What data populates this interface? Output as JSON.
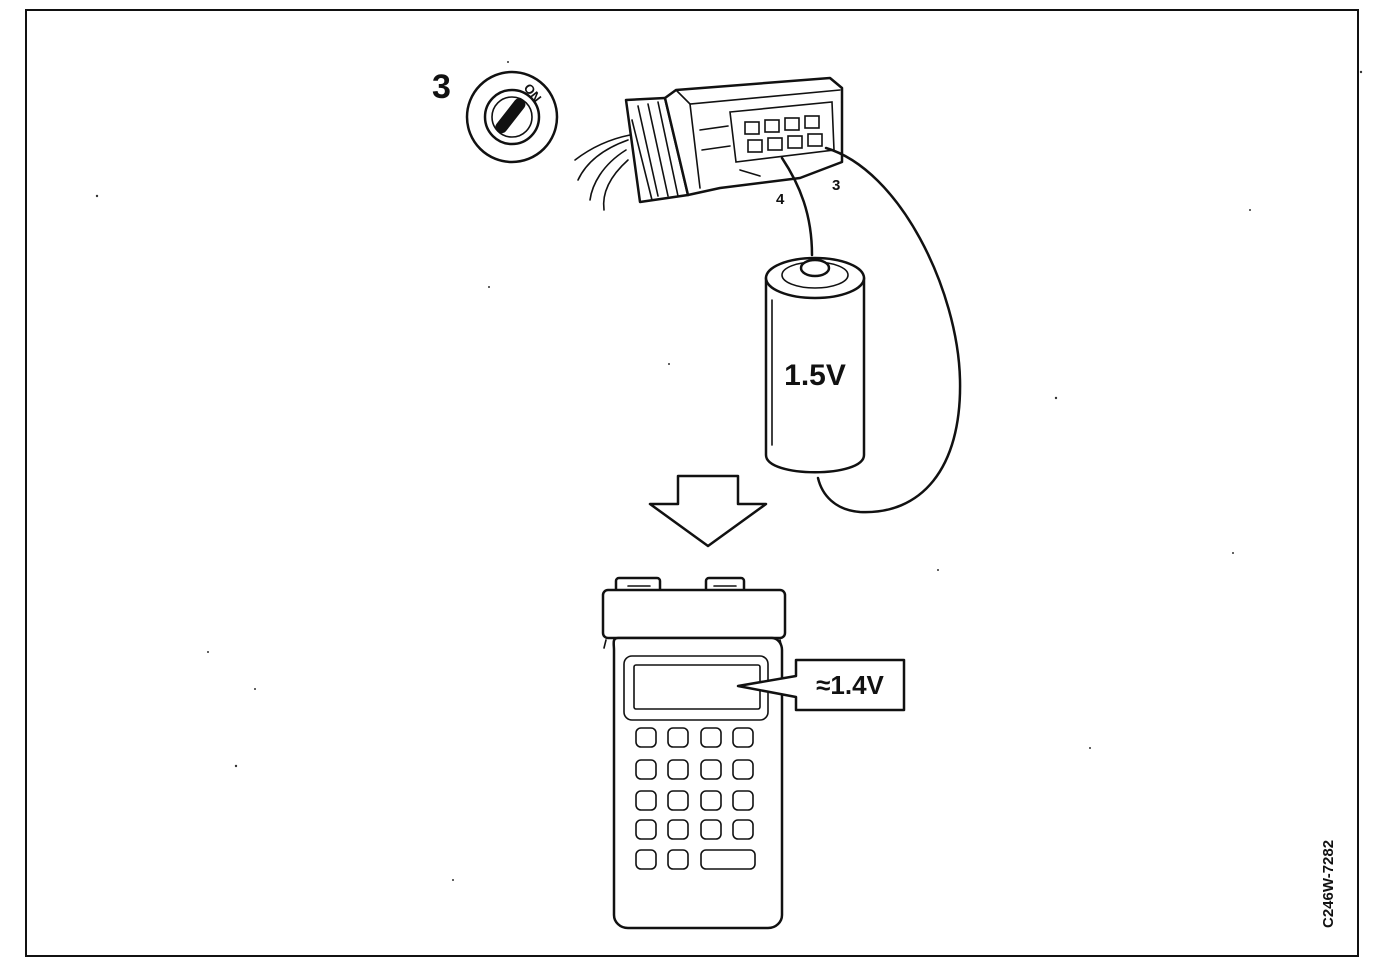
{
  "labels": {
    "step_number": "3",
    "switch_on": "ON",
    "pin_4": "4",
    "pin_3": "3",
    "battery_voltage": "1.5V",
    "display_reading": "≈1.4V",
    "figure_code": "C246W-7282"
  }
}
